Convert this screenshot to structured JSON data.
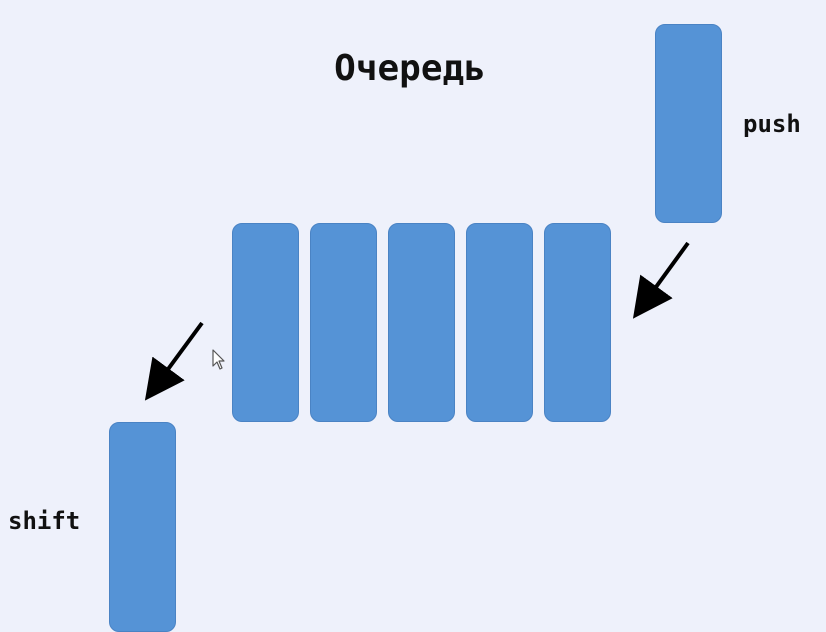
{
  "diagram": {
    "title": "Очередь",
    "push_label": "push",
    "shift_label": "shift",
    "queue_item_count": 5,
    "colors": {
      "background": "#eef1fb",
      "block": "#5593d6",
      "arrow": "#000000"
    },
    "icons": {
      "cursor": "mouse-pointer-icon"
    }
  }
}
